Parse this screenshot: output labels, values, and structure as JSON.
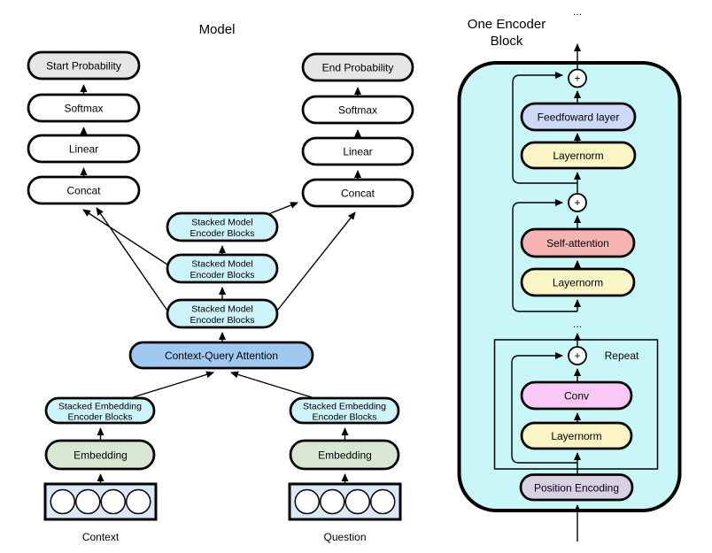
{
  "colors": {
    "gray_fill": "#e6e6e6",
    "white_fill": "#ffffff",
    "cyan_light": "#cdf4fb",
    "blue_attention": "#a0c9f2",
    "green_embedding": "#d9e7d2",
    "blue_tokens": "#dbe8fb",
    "encoder_bg": "#c9f7f7",
    "periwinkle_feedforward": "#ccdaf8",
    "yellow_layernorm": "#fbf4c4",
    "salmon_self_attention": "#f6b5b2",
    "pink_conv": "#f9c8f7",
    "mauve_position_encoding": "#d8d1e3"
  },
  "model": {
    "title": "Model",
    "start_probability": "Start Probability",
    "end_probability": "End Probability",
    "softmax": "Softmax",
    "linear": "Linear",
    "concat": "Concat",
    "stacked_model_line1": "Stacked Model",
    "stacked_model_line2": "Encoder Blocks",
    "context_query_attention": "Context-Query Attention",
    "stacked_embedding_line1": "Stacked Embedding",
    "stacked_embedding_line2": "Encoder Blocks",
    "embedding": "Embedding",
    "context_label": "Context",
    "question_label": "Question"
  },
  "encoder_block": {
    "title_line1": "One Encoder",
    "title_line2": "Block",
    "ellipsis": "...",
    "plus": "+",
    "feedforward": "Feedfoward layer",
    "layernorm": "Layernorm",
    "self_attention": "Self-attention",
    "repeat": "Repeat",
    "conv": "Conv",
    "position_encoding": "Position Encoding"
  }
}
